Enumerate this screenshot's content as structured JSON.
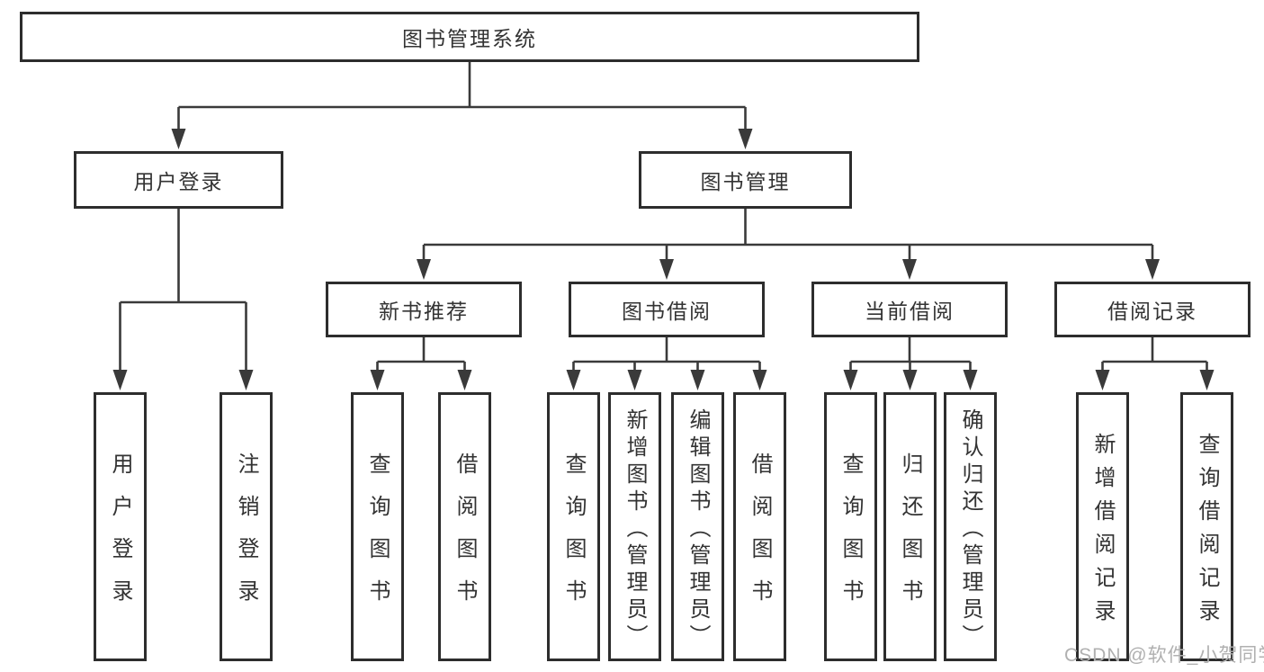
{
  "nodes": {
    "root": {
      "label": "图书管理系统"
    },
    "level2": [
      {
        "label": "用户登录",
        "children": [
          "用户登录",
          "注销登录"
        ]
      },
      {
        "label": "图书管理"
      }
    ],
    "level3": [
      {
        "label": "新书推荐",
        "children": [
          "查询图书",
          "借阅图书"
        ]
      },
      {
        "label": "图书借阅",
        "children": [
          "查询图书",
          "新增图书（管理员）",
          "编辑图书（管理员）",
          "借阅图书"
        ]
      },
      {
        "label": "当前借阅",
        "children": [
          "查询图书",
          "归还图书",
          "确认归还（管理员）"
        ]
      },
      {
        "label": "借阅记录",
        "children": [
          "新增借阅记录",
          "查询借阅记录"
        ]
      }
    ]
  },
  "watermark": "CSDN @软件_小贺同学",
  "colors": {
    "line": "#3a3a3a",
    "border": "#2d2d2d",
    "text": "#333333",
    "watermark": "#b0b0b0",
    "bg": "#ffffff"
  }
}
